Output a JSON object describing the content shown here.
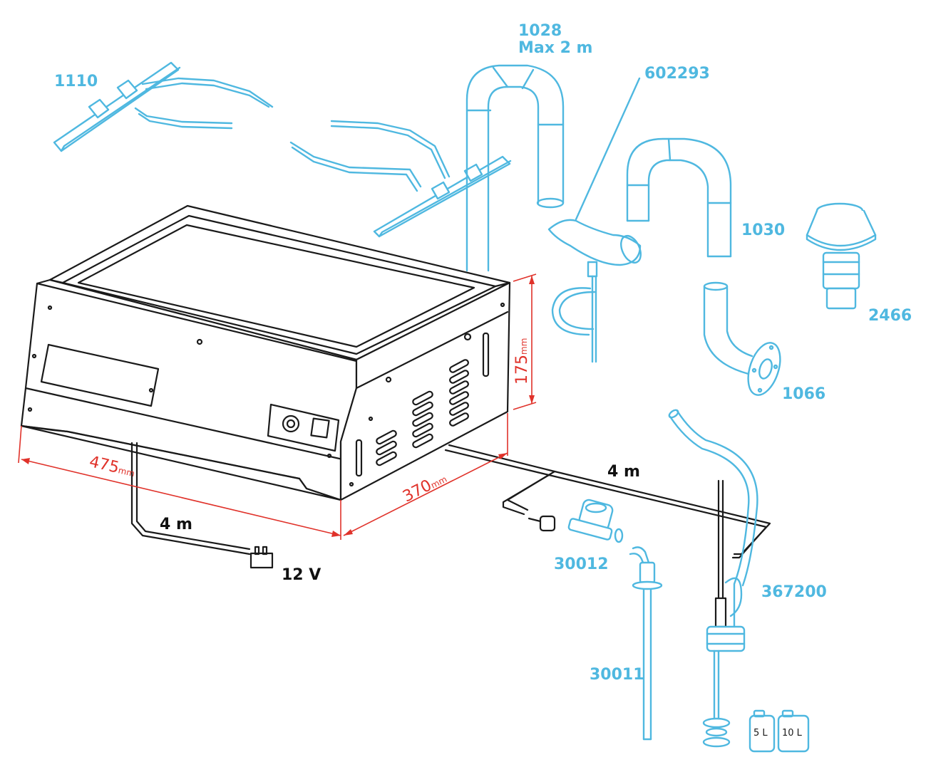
{
  "colors": {
    "part_blue": "#4fb8e0",
    "dimension_red": "#e0322a",
    "outline_black": "#1a1a1a"
  },
  "parts": {
    "p1110": "1110",
    "p1028": "1028",
    "p1028_note": "Max 2 m",
    "p602293": "602293",
    "p1030": "1030",
    "p2466": "2466",
    "p1066": "1066",
    "p30012": "30012",
    "p367200": "367200",
    "p30011": "30011"
  },
  "cables": {
    "power_length": "4 m",
    "power_voltage": "12 V",
    "water_length": "4 m"
  },
  "dimensions": {
    "width_value": "475",
    "width_unit": "mm",
    "depth_value": "370",
    "depth_unit": "mm",
    "height_value": "175",
    "height_unit": "mm"
  },
  "tanks": {
    "small": "5 L",
    "large": "10 L"
  }
}
